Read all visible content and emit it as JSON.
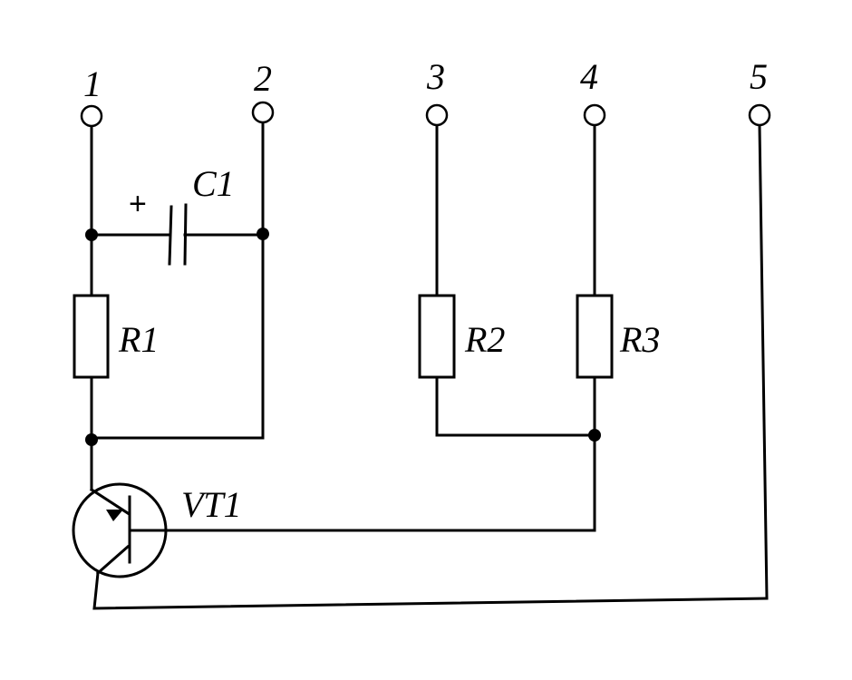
{
  "terminals": [
    "1",
    "2",
    "3",
    "4",
    "5"
  ],
  "components": {
    "capacitor": {
      "label": "C1",
      "polarity": "+"
    },
    "r1": {
      "label": "R1"
    },
    "r2": {
      "label": "R2"
    },
    "r3": {
      "label": "R3"
    },
    "transistor": {
      "label": "VT1"
    }
  }
}
